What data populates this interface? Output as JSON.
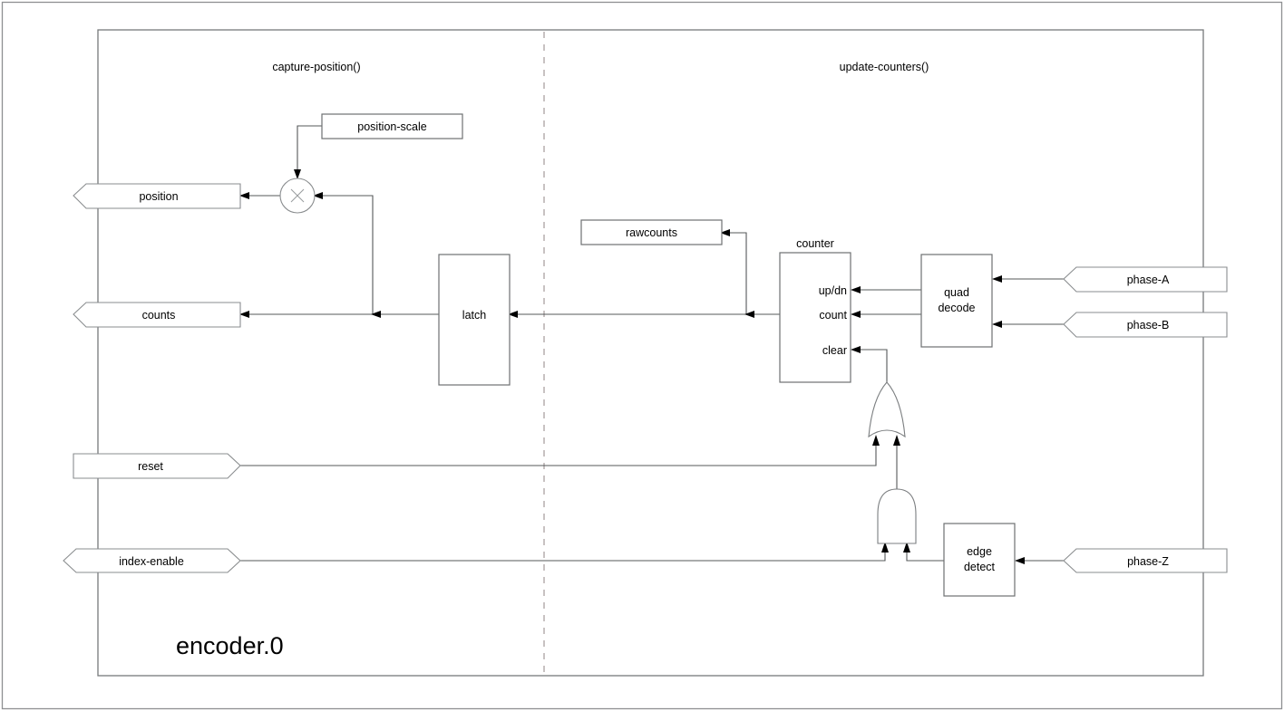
{
  "diagram": {
    "title": "encoder.0",
    "kind": "hal-component-block-diagram",
    "sections": [
      {
        "id": "capture",
        "label": "capture-position()"
      },
      {
        "id": "update",
        "label": "update-counters()"
      }
    ],
    "pins": [
      {
        "id": "position",
        "label": "position",
        "direction": "out"
      },
      {
        "id": "counts",
        "label": "counts",
        "direction": "out"
      },
      {
        "id": "reset",
        "label": "reset",
        "direction": "in"
      },
      {
        "id": "index-enable",
        "label": "index-enable",
        "direction": "io"
      },
      {
        "id": "phase-a",
        "label": "phase-A",
        "direction": "in"
      },
      {
        "id": "phase-b",
        "label": "phase-B",
        "direction": "in"
      },
      {
        "id": "phase-z",
        "label": "phase-Z",
        "direction": "in"
      }
    ],
    "params": [
      {
        "id": "position-scale",
        "label": "position-scale"
      },
      {
        "id": "rawcounts",
        "label": "rawcounts"
      }
    ],
    "blocks": [
      {
        "id": "latch",
        "label": "latch"
      },
      {
        "id": "counter",
        "label": "counter",
        "caption": "counter"
      },
      {
        "id": "quad-decode",
        "line1": "quad",
        "line2": "decode"
      },
      {
        "id": "edge-detect",
        "line1": "edge",
        "line2": "detect"
      }
    ],
    "counter_ports": [
      {
        "id": "updn",
        "label": "up/dn"
      },
      {
        "id": "count",
        "label": "count"
      },
      {
        "id": "clear",
        "label": "clear"
      }
    ],
    "gates": [
      {
        "id": "or-gate",
        "type": "or",
        "inputs": 2
      },
      {
        "id": "and-gate",
        "type": "and",
        "inputs": 2
      }
    ],
    "operators": [
      {
        "id": "multiplier",
        "symbol": "×"
      }
    ],
    "colors": {
      "background": "#ffffff",
      "wire": "#55585a",
      "box_border": "#6d7072",
      "pin_border": "#8a8d8f",
      "divider": "#9a8f8f",
      "text": "#000000"
    }
  }
}
